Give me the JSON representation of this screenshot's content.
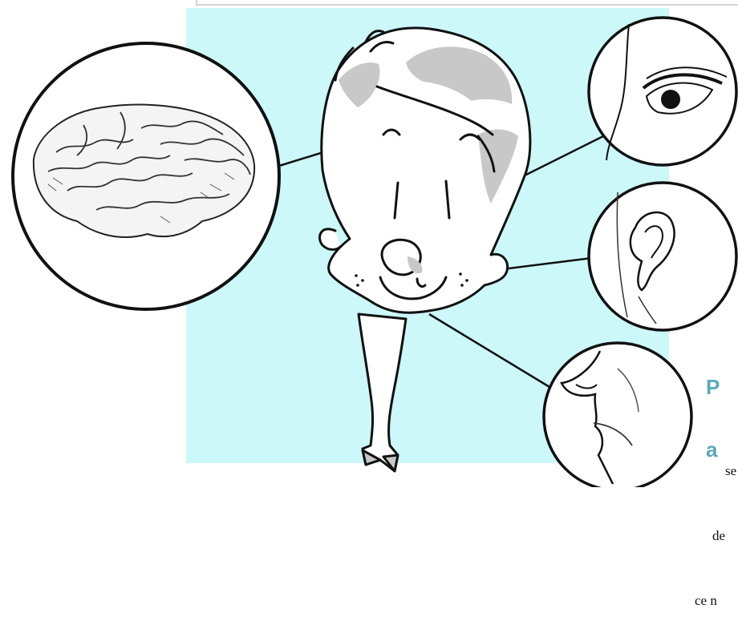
{
  "colors": {
    "panel": "#ccf8fa",
    "heading": "#5aa8b8",
    "shadow": "#c8c8c8",
    "ink": "#111111"
  },
  "illustration": {
    "subject": "cartoon-head",
    "insets": [
      "brain",
      "eye",
      "ear",
      "nose-and-mouth"
    ]
  },
  "text_fragments": {
    "heading_line1": "P",
    "heading_line2": "a",
    "body_line1": "se",
    "body_line2": "de",
    "body_line3": "ce n"
  }
}
